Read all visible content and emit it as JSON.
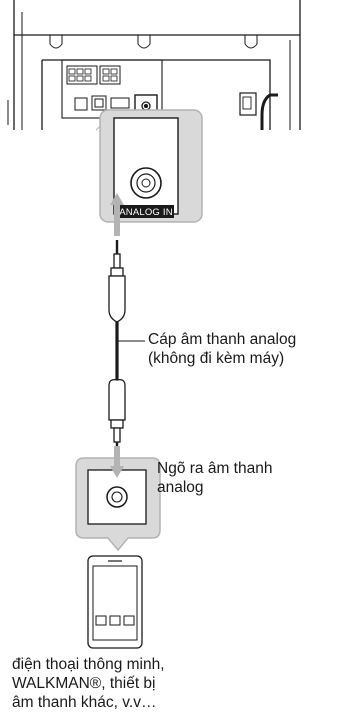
{
  "unit_port": {
    "label": "ANALOG IN"
  },
  "cable": {
    "line1": "Cáp âm thanh analog",
    "line2": "(không đi kèm máy)"
  },
  "output": {
    "line1": "Ngõ ra âm thanh",
    "line2": "analog"
  },
  "device_caption": {
    "line1": "điện thoại thông minh,",
    "line2": "WALKMAN®, thiết bị",
    "line3": "âm thanh khác, v.v…"
  },
  "colors": {
    "callout_fill": "#d9d9d9",
    "callout_stroke": "#b3b3b3",
    "ink": "#1a1a1a",
    "port_label_bg": "#1a1a1a",
    "port_label_text": "#ffffff"
  }
}
